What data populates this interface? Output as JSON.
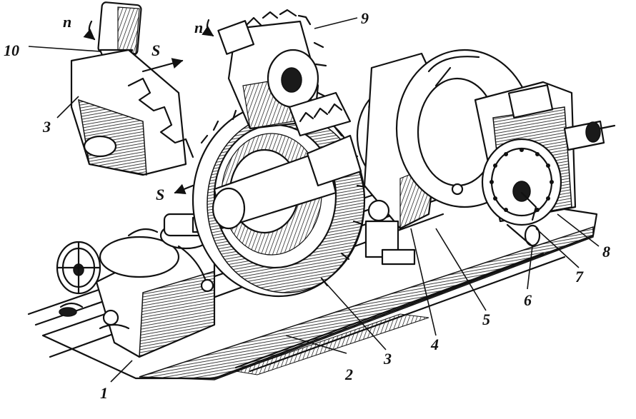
{
  "callouts": [
    {
      "id": "1",
      "text": "1"
    },
    {
      "id": "2",
      "text": "2"
    },
    {
      "id": "3a",
      "text": "3"
    },
    {
      "id": "3b",
      "text": "3"
    },
    {
      "id": "4",
      "text": "4"
    },
    {
      "id": "5",
      "text": "5"
    },
    {
      "id": "6",
      "text": "6"
    },
    {
      "id": "7",
      "text": "7"
    },
    {
      "id": "8",
      "text": "8"
    },
    {
      "id": "9",
      "text": "9"
    },
    {
      "id": "10",
      "text": "10"
    }
  ],
  "symbols": {
    "rotation_left": "n",
    "rotation_right": "n",
    "feed_top": "S",
    "feed_mid": "S"
  }
}
